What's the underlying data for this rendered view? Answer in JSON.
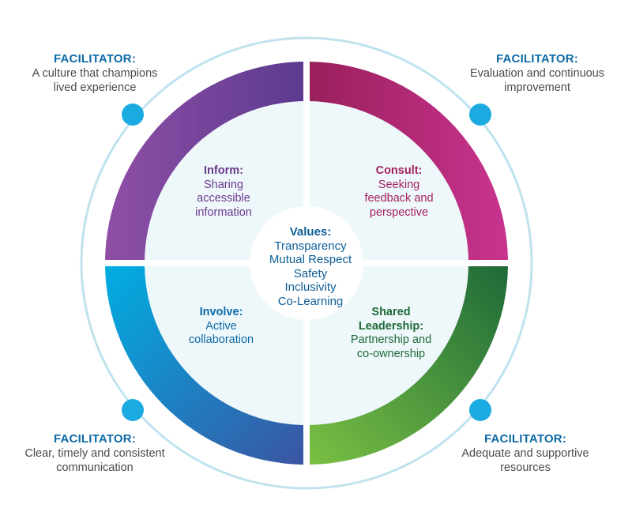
{
  "colors": {
    "outer_ring": "#bfe3ee",
    "inner_fill": "#eef7fa",
    "dot": "#1cabe0",
    "inform": [
      "#8f4ea6",
      "#5b3b8f"
    ],
    "consult": [
      "#9a1f5c",
      "#c8348e"
    ],
    "involve": [
      "#00aee2",
      "#3a55a3"
    ],
    "shared": [
      "#7ac043",
      "#1d6a39"
    ],
    "inform_text": "#6b3a8e",
    "consult_text": "#a3215e",
    "involve_text": "#0e6aa6",
    "shared_text": "#1e6a38"
  },
  "facilitators": {
    "top_left": {
      "heading": "FACILITATOR:",
      "line1": "A culture that champions",
      "line2": "lived experience"
    },
    "top_right": {
      "heading": "FACILITATOR:",
      "line1": "Evaluation and continuous",
      "line2": "improvement"
    },
    "bottom_left": {
      "heading": "FACILITATOR:",
      "line1": "Clear, timely and consistent",
      "line2": "communication"
    },
    "bottom_right": {
      "heading": "FACILITATOR:",
      "line1": "Adequate and supportive",
      "line2": "resources"
    }
  },
  "quadrants": {
    "inform": {
      "heading": "Inform:",
      "line1": "Sharing",
      "line2": "accessible",
      "line3": "information"
    },
    "consult": {
      "heading": "Consult:",
      "line1": "Seeking",
      "line2": "feedback and",
      "line3": "perspective"
    },
    "involve": {
      "heading": "Involve:",
      "line1": "Active",
      "line2": "collaboration"
    },
    "shared": {
      "heading1": "Shared",
      "heading2": "Leadership:",
      "line1": "Partnership and",
      "line2": "co-ownership"
    }
  },
  "values": {
    "heading": "Values:",
    "items": [
      "Transparency",
      "Mutual Respect",
      "Safety",
      "Inclusivity",
      "Co-Learning"
    ]
  }
}
